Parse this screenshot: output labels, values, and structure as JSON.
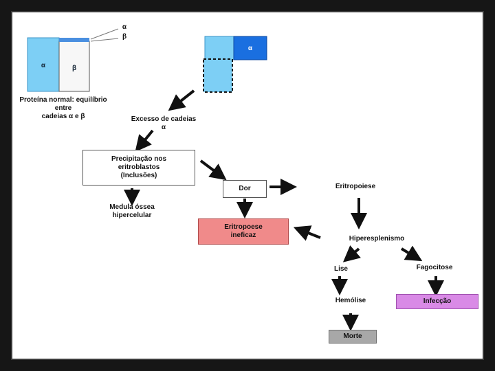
{
  "diagram": {
    "colors": {
      "light_blue": "#7dcff5",
      "dark_blue": "#1a6fe0",
      "red_box": "#f08a8a",
      "purple_box": "#d98ae6",
      "gray_box": "#a8a8a8",
      "arrow": "#111111"
    },
    "left_group": {
      "cell_left": "α",
      "cell_right": "β",
      "side_marks": [
        "α",
        "β"
      ],
      "caption": "Proteína normal: equilíbrio entre\ncadeias α e β"
    },
    "right_group": {
      "cell": "α"
    },
    "nodes": {
      "excess_chains": "Excesso de cadeias α",
      "precipitation": "Precipitação nos\neritroblastos\n(Inclusões)",
      "bone_marrow": "Medula óssea\nhipercelular",
      "pain": "Dor",
      "ineffective_erythropoiesis": "Eritropoese\nineficaz",
      "erythropoiesis": "Eritropoiese",
      "hypersplenism": "Hiperesplenismo",
      "lysis": "Lise",
      "phagocytosis": "Fagocitose",
      "infection": "Infecção",
      "hemolysis": "Hemólise",
      "death": "Morte"
    }
  }
}
